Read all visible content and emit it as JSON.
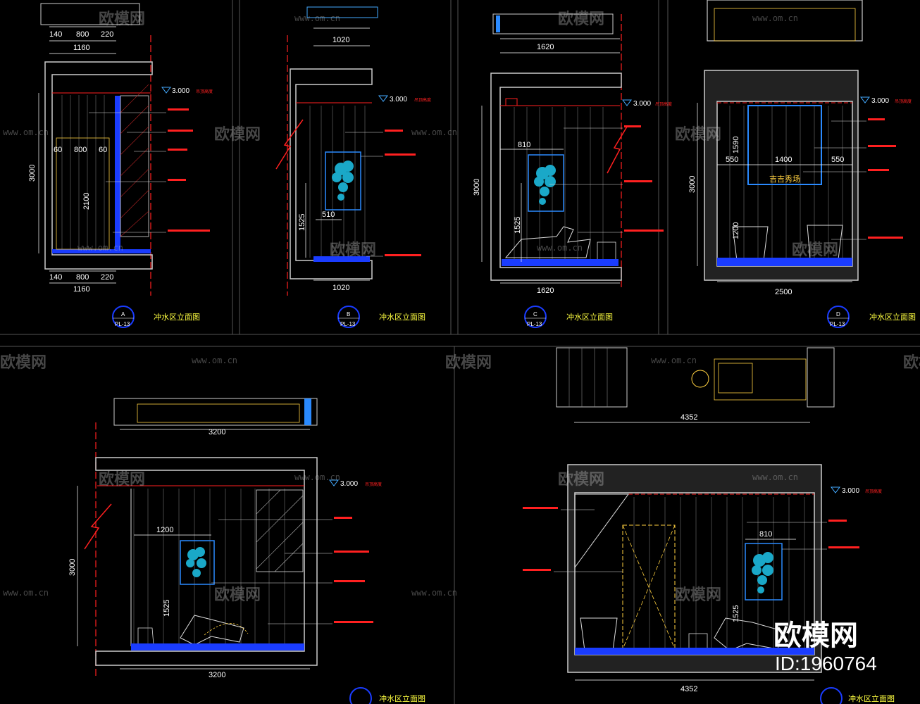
{
  "ceiling_level": "3.000",
  "ceiling_label": "吊顶高度",
  "panels": {
    "A": {
      "tag_top": "A",
      "tag_bottom": "PL-13",
      "title": "冲水区立面图",
      "dims": {
        "top_a": "140",
        "top_b": "800",
        "top_c": "220",
        "top_total": "1160",
        "door_a": "60",
        "door_b": "800",
        "door_c": "60",
        "height": "3000",
        "door_h": "2100",
        "bot_a": "140",
        "bot_b": "800",
        "bot_c": "220",
        "bot_total": "1160"
      }
    },
    "B": {
      "tag_top": "B",
      "tag_bottom": "PL-13",
      "title": "冲水区立面图",
      "dims": {
        "top": "1020",
        "bottom": "1020",
        "art_h": "1525",
        "art_w": "510"
      }
    },
    "C": {
      "tag_top": "C",
      "tag_bottom": "PL-13",
      "title": "冲水区立面图",
      "dims": {
        "top": "1620",
        "bottom": "1620",
        "height": "3000",
        "art_w": "810",
        "art_h": "1525"
      }
    },
    "D": {
      "tag_top": "D",
      "tag_bottom": "PL-13",
      "title": "冲水区立面图",
      "sign_text": "吉吉秀场",
      "dims": {
        "height": "3000",
        "w": "1400",
        "l": "550",
        "r": "550",
        "sign_h": "1590",
        "basin_h": "1200",
        "bottom": "2500"
      }
    },
    "E": {
      "title": "冲水区立面图",
      "dims": {
        "top": "3200",
        "bottom": "3200",
        "height": "3000",
        "art_w": "1200",
        "art_h": "1525"
      }
    },
    "F": {
      "title": "冲水区立面图",
      "dims": {
        "top": "4352",
        "bottom": "4352",
        "art_w": "810",
        "art_h": "1525"
      }
    }
  },
  "watermark": {
    "brand": "欧模网",
    "url": "www.om.cn",
    "id": "ID:1960764"
  }
}
